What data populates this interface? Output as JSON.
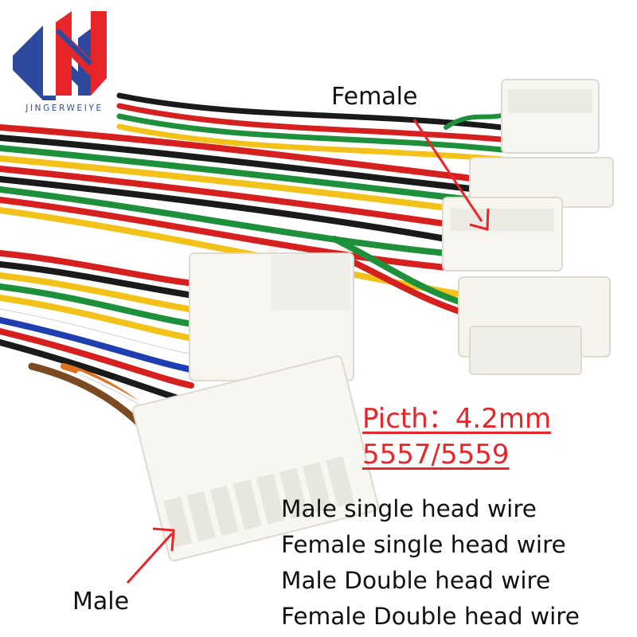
{
  "brand": {
    "logo_text": "JINGERWEIYE",
    "colors": {
      "blue": "#2e4a9e",
      "red": "#e8262a"
    }
  },
  "callouts": {
    "female": "Female",
    "male": "Male",
    "arrow_color": "#e8262a"
  },
  "specs": {
    "pitch": "Picth：4.2mm",
    "models": "5557/5559",
    "color": "#e8262a"
  },
  "wire_types": [
    "Male single head wire",
    "Female single head wire",
    "Male Double head wire",
    "Female Double head wire"
  ],
  "wire_colors": [
    "#d62020",
    "#1a1a1a",
    "#f2c21a",
    "#1e8f3a",
    "#ffffff",
    "#1f3fb0",
    "#7a4a22",
    "#e07020"
  ]
}
